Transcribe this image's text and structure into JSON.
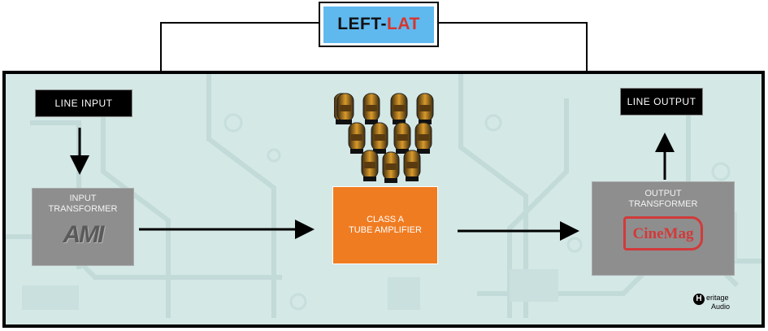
{
  "header": {
    "title_part1": "LEFT-",
    "title_part2": "LAT"
  },
  "nodes": {
    "line_input": "LINE  INPUT",
    "line_output": "LINE  OUTPUT",
    "input_transformer": [
      "INPUT",
      "TRANSFORMER"
    ],
    "amplifier": [
      "CLASS A",
      "TUBE AMPLIFIER"
    ],
    "output_transformer": [
      "OUTPUT",
      "TRANSFORMER"
    ]
  },
  "logos": {
    "input_brand": "AMI",
    "output_brand": "CineMag",
    "maker": [
      "eritage",
      "Audio"
    ]
  },
  "colors": {
    "title_bg": "#5fb9ef",
    "title_accent": "#d8352c",
    "amplifier": "#f07c22",
    "transformer": "#8e8e8e",
    "panel_bg": "#d4e8e6",
    "cinemag_red": "#d23a3a"
  }
}
